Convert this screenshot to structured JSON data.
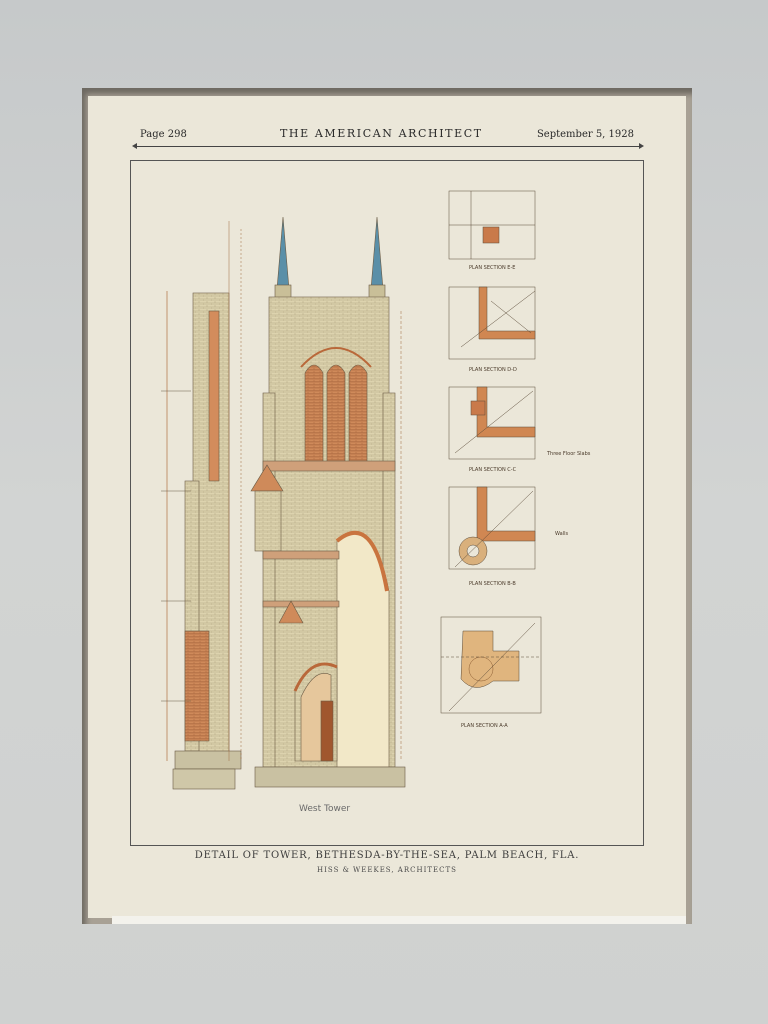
{
  "header": {
    "page_number": "Page 298",
    "magazine": "THE AMERICAN ARCHITECT",
    "date": "September 5, 1928"
  },
  "drawing": {
    "elevation_label": "West Tower",
    "sections": [
      "PLAN SECTION E-E",
      "PLAN SECTION D-D",
      "PLAN SECTION C-C",
      "PLAN SECTION B-B",
      "PLAN SECTION A-A"
    ],
    "note_floor": "Three Floor Slabs",
    "note_walls": "Walls"
  },
  "caption": {
    "title": "DETAIL OF TOWER, BETHESDA-BY-THE-SEA, PALM BEACH, FLA.",
    "architects": "HISS & WEEKES, ARCHITECTS"
  },
  "colors": {
    "paper": "#ebe7d9",
    "brick": "#c97a4a",
    "stone": "#d9cfa8",
    "spire": "#5a8fa8",
    "ink": "#3a3a3a"
  }
}
